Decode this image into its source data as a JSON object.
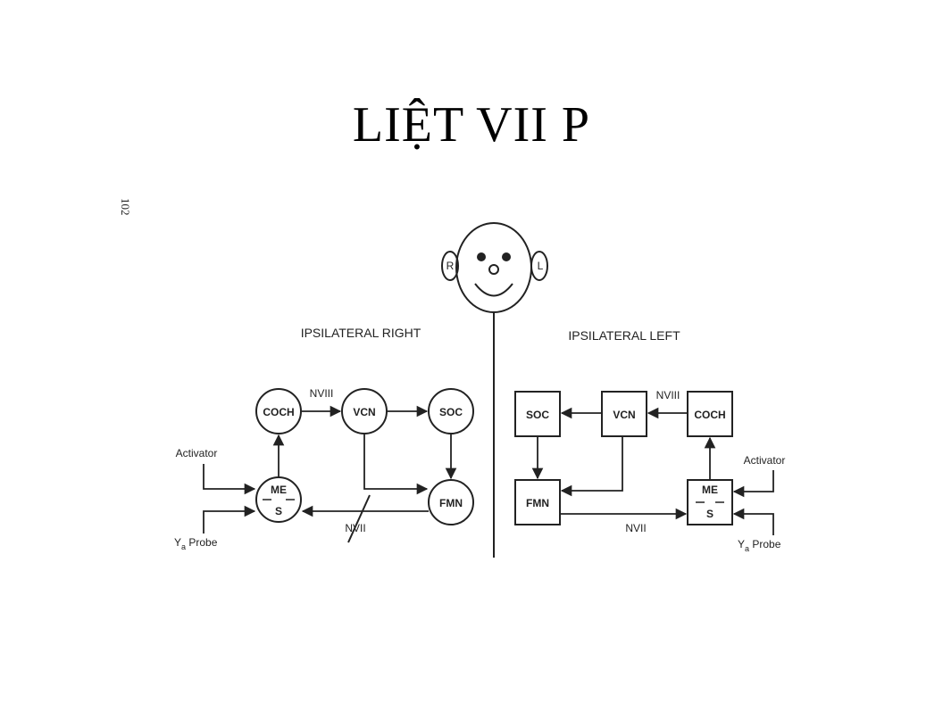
{
  "title": "LIỆT VII P",
  "page_number": "102",
  "face": {
    "right_ear": "R",
    "left_ear": "L"
  },
  "right": {
    "heading": "IPSILATERAL RIGHT",
    "coch": "COCH",
    "vcn": "VCN",
    "soc": "SOC",
    "fmn": "FMN",
    "me": "ME",
    "s": "S",
    "nviii": "NVIII",
    "nvii": "NVII",
    "activator": "Activator",
    "probe_y": "Y",
    "probe_sub": "a",
    "probe_word": " Probe"
  },
  "left": {
    "heading": "IPSILATERAL LEFT",
    "coch": "COCH",
    "vcn": "VCN",
    "soc": "SOC",
    "fmn": "FMN",
    "me": "ME",
    "s": "S",
    "nviii": "NVIII",
    "nvii": "NVII",
    "activator": "Activator",
    "probe_y": "Y",
    "probe_sub": "a",
    "probe_word": " Probe"
  }
}
